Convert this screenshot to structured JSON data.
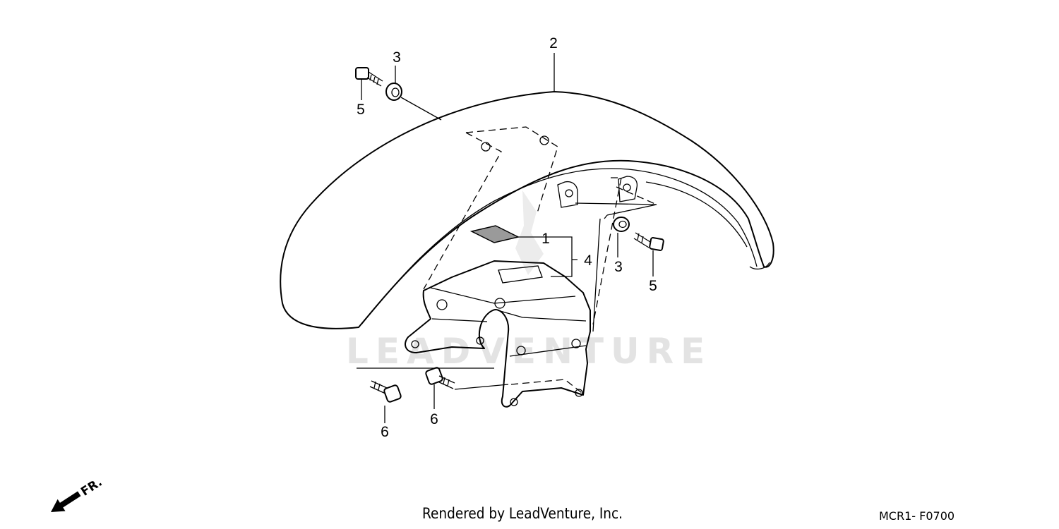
{
  "diagram": {
    "watermark": "LEADVENTURE",
    "direction_label": "FR.",
    "credit": "Rendered by LeadVenture, Inc.",
    "diagram_code": "MCR1- F0700",
    "callouts": {
      "fender": "2",
      "label_plate": "1",
      "stay_assembly": "4",
      "washer_left": "3",
      "washer_right": "3",
      "screw_left": "5",
      "screw_right": "5",
      "bolt_left": "6",
      "bolt_right": "6"
    },
    "colors": {
      "line": "#000000",
      "background": "#ffffff",
      "watermark": "#e3e3e3"
    }
  }
}
